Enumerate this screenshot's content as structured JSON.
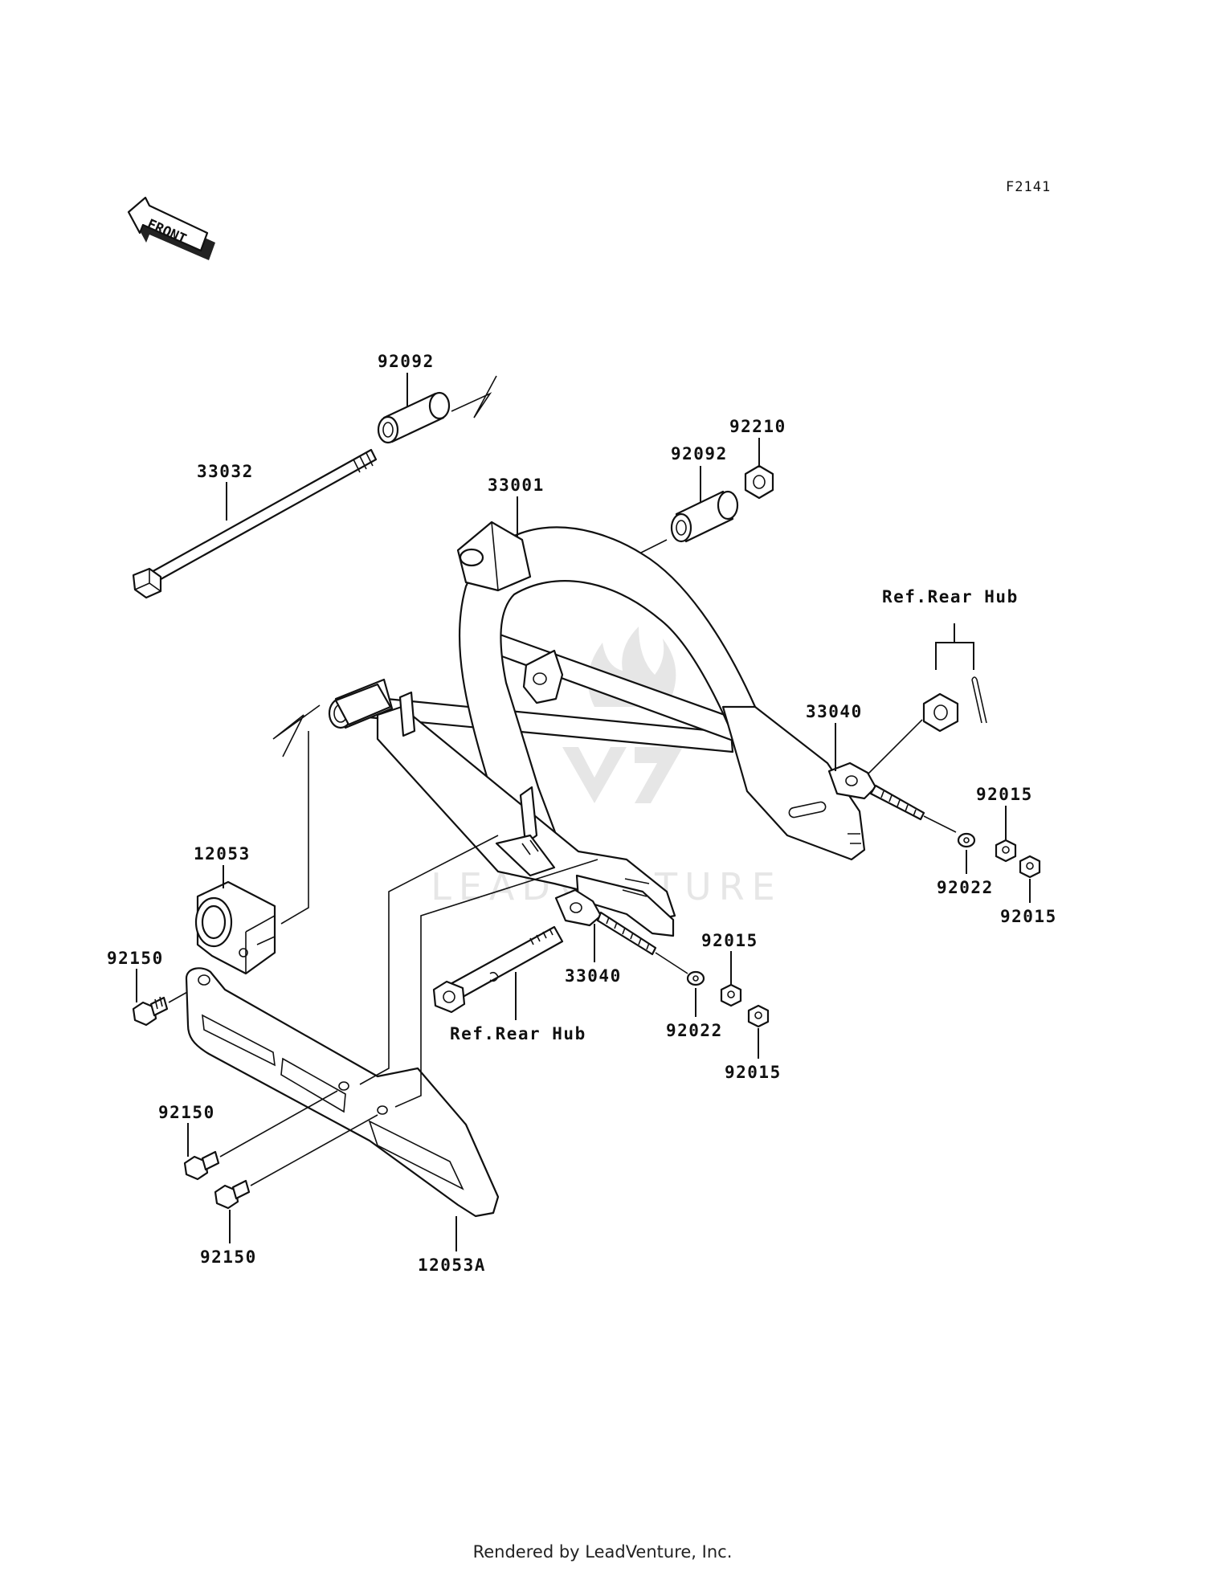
{
  "diagram": {
    "code": "F2141",
    "front_label": "FRONT",
    "watermark": "LEADVENTURE",
    "callouts": {
      "bushing_upper": "92092",
      "axle": "33032",
      "bushing_right": "92092",
      "nut_pivot": "92210",
      "swingarm": "33001",
      "ref_hub_right": "Ref.Rear Hub",
      "adjuster_right": "33040",
      "nut_right_a": "92015",
      "washer_right": "92022",
      "nut_right_b": "92015",
      "guard_block": "12053",
      "bolt_guard_top": "92150",
      "adjuster_center": "33040",
      "nut_center_a": "92015",
      "washer_center": "92022",
      "nut_center_b": "92015",
      "ref_hub_center": "Ref.Rear Hub",
      "bolt_guard_mid": "92150",
      "bolt_guard_bottom": "92150",
      "chain_guard": "12053A"
    }
  },
  "footer": {
    "text": "Rendered by LeadVenture, Inc."
  }
}
